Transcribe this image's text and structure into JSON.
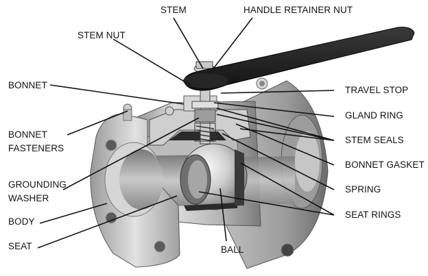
{
  "labels": {
    "stem": "STEM",
    "handle_retainer_nut": "HANDLE RETAINER NUT",
    "stem_nut": "STEM NUT",
    "bonnet": "BONNET",
    "bonnet_fasteners_1": "BONNET",
    "bonnet_fasteners_2": "FASTENERS",
    "grounding_washer_1": "GROUNDING",
    "grounding_washer_2": "WASHER",
    "body": "BODY",
    "seat": "SEAT",
    "ball": "BALL",
    "travel_stop": "TRAVEL STOP",
    "gland_ring": "GLAND RING",
    "stem_seals": "STEM SEALS",
    "bonnet_gasket": "BONNET GASKET",
    "spring": "SPRING",
    "seat_rings": "SEAT RINGS"
  },
  "colors": {
    "label_text": "#111111",
    "leader_line": "#111111",
    "metal_light": "#d4d4d4",
    "metal_mid": "#a8a8a8",
    "metal_dark": "#6e6e6e",
    "handle": "#1e1e1e"
  }
}
